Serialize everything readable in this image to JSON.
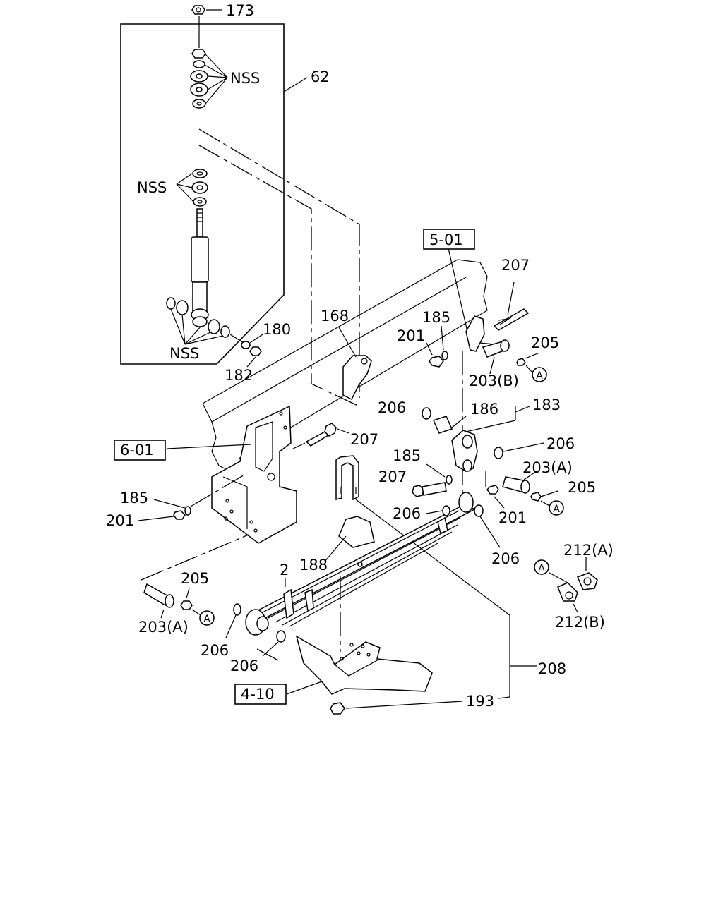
{
  "labels": {
    "l173": "173",
    "l62": "62",
    "nss1": "NSS",
    "nss2": "NSS",
    "nss3": "NSS",
    "l180": "180",
    "l182": "182",
    "l168": "168",
    "ref501": "5-01",
    "l207a": "207",
    "l185a": "185",
    "l201a": "201",
    "l205a": "205",
    "l203b": "203(B)",
    "cA1": "A",
    "l206a": "206",
    "l186": "186",
    "l183": "183",
    "ref601": "6-01",
    "l207b": "207",
    "l206b": "206",
    "l185b": "185",
    "l207c": "207",
    "l203a1": "203(A)",
    "l205b": "205",
    "cA2": "A",
    "l206c": "206",
    "l201b": "201",
    "l185c": "185",
    "l201c": "201",
    "l206d": "206",
    "l188": "188",
    "l2": "2",
    "l205c": "205",
    "l203a2": "203(A)",
    "cA3": "A",
    "l206e": "206",
    "l206f": "206",
    "l212a": "212(A)",
    "cA4": "A",
    "l212b": "212(B)",
    "ref410": "4-10",
    "l193": "193",
    "l208": "208"
  }
}
